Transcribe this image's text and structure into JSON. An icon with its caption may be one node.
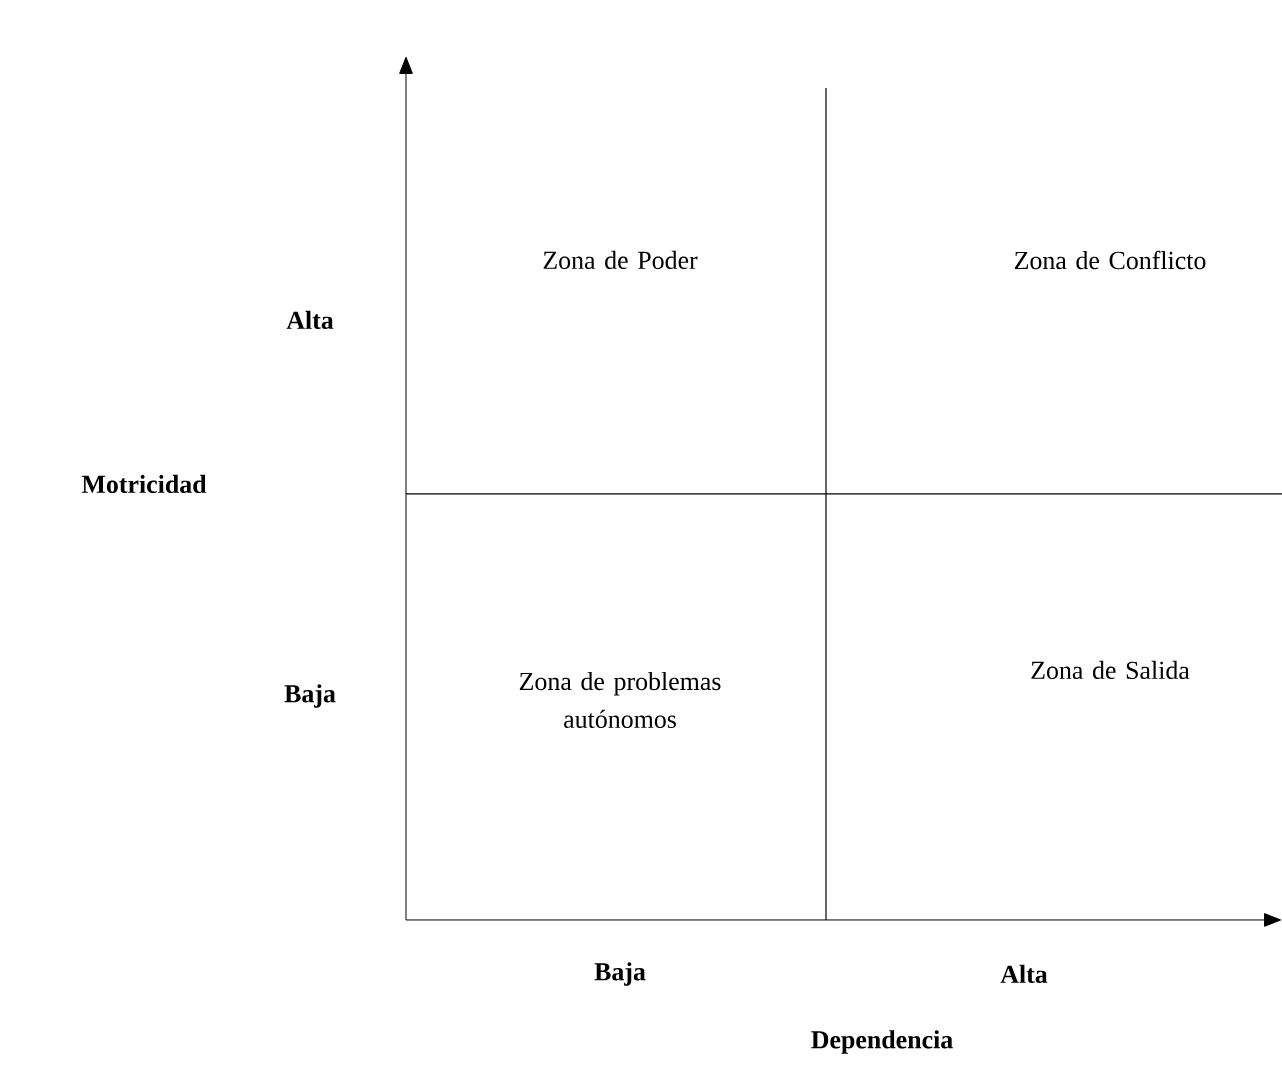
{
  "diagram": {
    "labels": [
      "Zona de Poder",
      "Zona de Conflicto",
      "Alta",
      "Motricidad",
      "Zona de problemas autónomos",
      "Zona de Salida",
      "Baja",
      "Baja",
      "Alta",
      "Dependencia"
    ]
  }
}
